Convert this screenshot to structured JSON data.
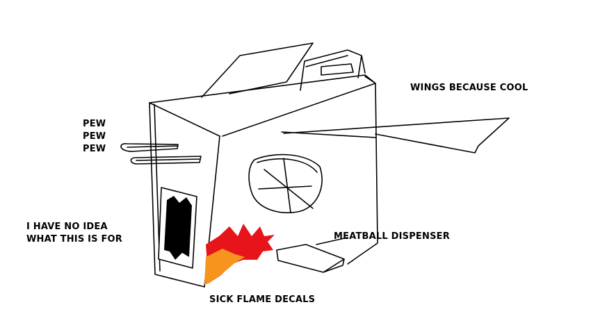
{
  "labels": {
    "wings": "WINGS BECAUSE COOL",
    "pew": [
      "PEW",
      "PEW",
      "PEW"
    ],
    "no_idea": [
      "I HAVE NO IDEA",
      "WHAT THIS IS FOR"
    ],
    "meatball": "MEATBALL DISPENSER",
    "flames": "SICK FLAME DECALS"
  },
  "colors": {
    "ink": "#000000",
    "flame_red": "#e8141b",
    "flame_orange": "#f7941d",
    "background": "#ffffff"
  }
}
